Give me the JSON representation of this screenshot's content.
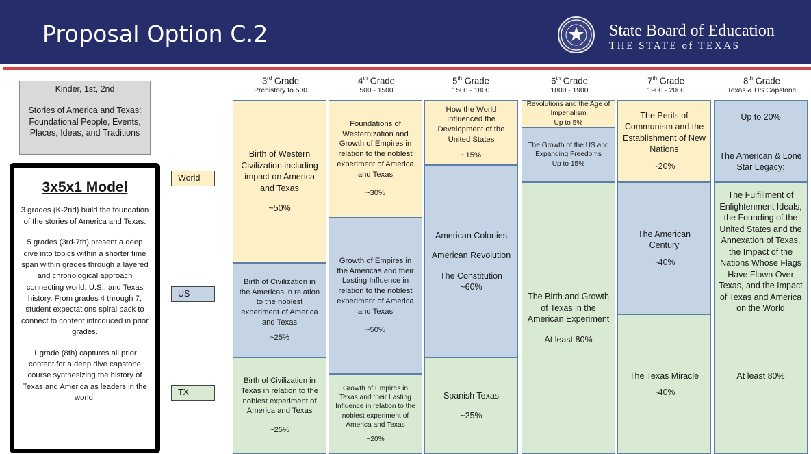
{
  "header": {
    "title": "Proposal Option C.2",
    "org_line1": "State Board of Education",
    "org_line2": "THE STATE of TEXAS",
    "seal_icon": "texas-state-seal",
    "bg_color": "#252e6b",
    "rule_color": "#d64545"
  },
  "kinder": {
    "grades": "Kinder, 1st, 2nd",
    "description": "Stories of America and Texas: Foundational People, Events, Places, Ideas, and Traditions"
  },
  "model": {
    "title": "3x5x1 Model",
    "para1": "3 grades (K-2nd) build the foundation of the stories of America and Texas.",
    "para2": "5 grades (3rd-7th) present a deep dive into topics within a shorter time span within grades through a layered and chronological approach connecting world, U.S., and Texas history.  From grades 4 through 7, student expectations spiral back to connect to content introduced in prior grades.",
    "para3": "1 grade (8th) captures all prior content for a deep dive capstone course synthesizing the history of Texas and America as leaders in the world."
  },
  "levels": {
    "world": "World",
    "us": "US",
    "tx": "TX"
  },
  "colors": {
    "world": "#fdf0c6",
    "us": "#c5d4e4",
    "tx": "#d9ead3"
  },
  "grades": [
    {
      "num": "3",
      "ord": "rd",
      "label": "Grade",
      "range": "Prehistory to 500",
      "cells": [
        {
          "level": "world",
          "text": "Birth of Western Civilization including impact on America and Texas",
          "pct": "~50%"
        },
        {
          "level": "us",
          "text": "Birth of Civilization in the Americas in relation to the noblest experiment of America and Texas",
          "pct": "~25%"
        },
        {
          "level": "tx",
          "text": "Birth of Civilization in Texas in relation to the noblest experiment of America and Texas",
          "pct": "~25%"
        }
      ]
    },
    {
      "num": "4",
      "ord": "th",
      "label": "Grade",
      "range": "500 - 1500",
      "cells": [
        {
          "level": "world",
          "text": "Foundations of Westernization and Growth of Empires in relation to the noblest experiment of America and Texas",
          "pct": "~30%"
        },
        {
          "level": "us",
          "text": "Growth of Empires in the Americas and their Lasting Influence in relation to the noblest experiment of America and Texas",
          "pct": "~50%"
        },
        {
          "level": "tx",
          "text": "Growth of Empires in Texas and their Lasting Influence in relation to the noblest experiment of America and Texas",
          "pct": "~20%"
        }
      ]
    },
    {
      "num": "5",
      "ord": "th",
      "label": "Grade",
      "range": "1500 - 1800",
      "cells": [
        {
          "level": "world",
          "text": "How the World Influenced the Development of the United States",
          "pct": "~15%"
        },
        {
          "level": "us",
          "line1": "American Colonies",
          "line2": "American Revolution",
          "line3": "The Constitution",
          "pct": "~60%"
        },
        {
          "level": "tx",
          "text": "Spanish Texas",
          "pct": "~25%"
        }
      ]
    },
    {
      "num": "6",
      "ord": "th",
      "label": "Grade",
      "range": "1800 - 1900",
      "cells": [
        {
          "level": "world",
          "text": "Revolutions and the Age of Imperialism",
          "pct": "Up to 5%"
        },
        {
          "level": "us",
          "text": "The Growth of the US and Expanding Freedoms",
          "pct": "Up to 15%"
        },
        {
          "level": "tx",
          "text": "The Birth and Growth of Texas in the American Experiment",
          "pct": "At least 80%"
        }
      ]
    },
    {
      "num": "7",
      "ord": "th",
      "label": "Grade",
      "range": "1900 - 2000",
      "cells": [
        {
          "level": "world",
          "text": "The Perils of Communism and the Establishment of New Nations",
          "pct": "~20%"
        },
        {
          "level": "us",
          "text": "The American Century",
          "pct": "~40%"
        },
        {
          "level": "tx",
          "text": "The Texas Miracle",
          "pct": "~40%"
        }
      ]
    },
    {
      "num": "8",
      "ord": "th",
      "label": "Grade",
      "range": "Texas & US Capstone",
      "cells": [
        {
          "level": "us",
          "pct": "Up to 20%",
          "text": "The American & Lone Star Legacy:"
        },
        {
          "level": "tx",
          "text": "The Fulfillment of Enlightenment Ideals, the Founding of the United States and the Annexation of Texas, the Impact of the Nations Whose Flags Have Flown Over Texas, and the Impact of Texas and America on the World",
          "pct": "At least 80%"
        }
      ]
    }
  ]
}
